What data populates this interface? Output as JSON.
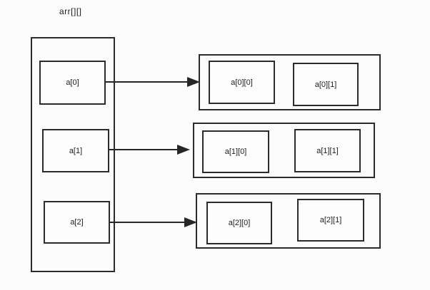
{
  "diagram": {
    "title": "arr[][]",
    "colors": {
      "background": "#fcfcfc",
      "line": "#2b2b2b",
      "text": "#1c1c1c"
    },
    "main_array": {
      "cells": [
        {
          "label": "a[0]"
        },
        {
          "label": "a[1]"
        },
        {
          "label": "a[2]"
        }
      ]
    },
    "rows": [
      {
        "cells": [
          {
            "label": "a[0][0]"
          },
          {
            "label": "a[0][1]"
          }
        ]
      },
      {
        "cells": [
          {
            "label": "a[1][0]"
          },
          {
            "label": "a[1][1]"
          }
        ]
      },
      {
        "cells": [
          {
            "label": "a[2][0]"
          },
          {
            "label": "a[2][1]"
          }
        ]
      }
    ]
  }
}
